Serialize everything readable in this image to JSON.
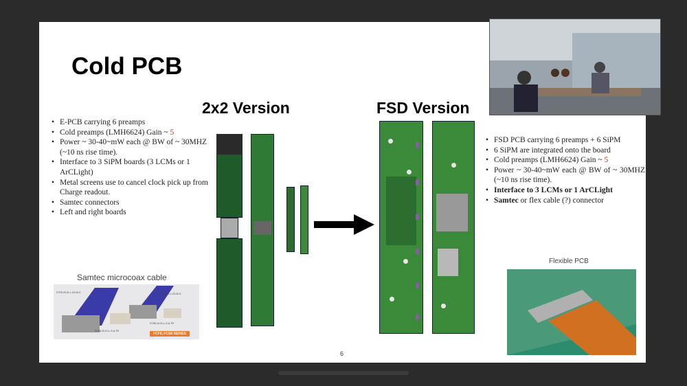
{
  "slide": {
    "title": "Cold PCB",
    "left_heading": "2x2 Version",
    "right_heading": "FSD Version",
    "left_bullets": [
      {
        "text": "E-PCB carrying 6 preamps"
      },
      {
        "text": "Cold preamps (LMH6624) Gain ~ ",
        "highlight": "5"
      },
      {
        "text": "Power ~ 30-40~mW each @ BW of ~ 30MHZ (~10 ns rise time)."
      },
      {
        "text": "Interface to 3 SiPM boards (3 LCMs or 1 ArCLight)"
      },
      {
        "text": "Metal screens use to cancel clock pick up from Charge readout."
      },
      {
        "text": "Samtec connectors"
      },
      {
        "text": "Left and right boards"
      }
    ],
    "right_bullets": [
      {
        "text": "FSD PCB carrying 6 preamps + 6 SiPM"
      },
      {
        "text": "6 SiPM are integrated onto the board"
      },
      {
        "text": "Cold preamps (LMH6624) Gain ~ ",
        "highlight": "5"
      },
      {
        "text": "Power ~ 30-40~mW each @ BW of ~ 30MHZ (~10 ns rise time)."
      },
      {
        "bold": "Interface to 3 LCMs or 1 ArCLight"
      },
      {
        "bold": "Samtec",
        "text": " or flex cable (?) connector"
      }
    ],
    "samtec_caption": "Samtec microcoax cable",
    "samtec_labels": [
      "FCF8-20-01-L-03.00-S",
      "FCF8-10-01-L-03.00-S",
      "FCS8-20-01-L-S-A-TR",
      "FCS8-10-01-L-S-A-TR",
      "FCF8, FCS8 SERIES"
    ],
    "flex_caption": "Flexible PCB",
    "page_number": "6"
  },
  "colors": {
    "pcb": "#1f5a2a",
    "highlight": "#b03020",
    "badge": "#f07a2a"
  }
}
